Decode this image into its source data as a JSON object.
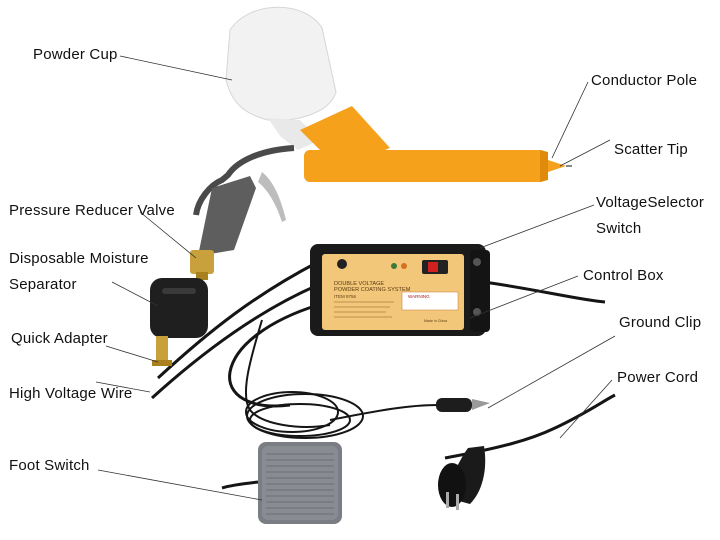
{
  "labels": {
    "powder_cup": "Powder Cup",
    "conductor_pole": "Conductor Pole",
    "scatter_tip": "Scatter Tip",
    "pressure_reducer_valve": "Pressure Reducer Valve",
    "voltage_selector_line1": "VoltageSelector",
    "voltage_selector_line2": "Switch",
    "moisture_line1": "Disposable Moisture",
    "moisture_line2": "Separator",
    "control_box": "Control Box",
    "quick_adapter": "Quick Adapter",
    "ground_clip": "Ground Clip",
    "high_voltage_wire": "High Voltage Wire",
    "power_cord": "Power Cord",
    "foot_switch": "Foot Switch"
  },
  "panel": {
    "line1": "DOUBLE VOLTAGE",
    "line2": "POWDER COATING SYSTEM",
    "item_no": "ITEM 9756",
    "warning": "WARNING",
    "made_in": "Made in China"
  },
  "colors": {
    "gun_orange": "#f5a11c",
    "box_black": "#1a1a1a",
    "panel_orange": "#f3c77a",
    "foot_gray": "#7a7e84"
  }
}
